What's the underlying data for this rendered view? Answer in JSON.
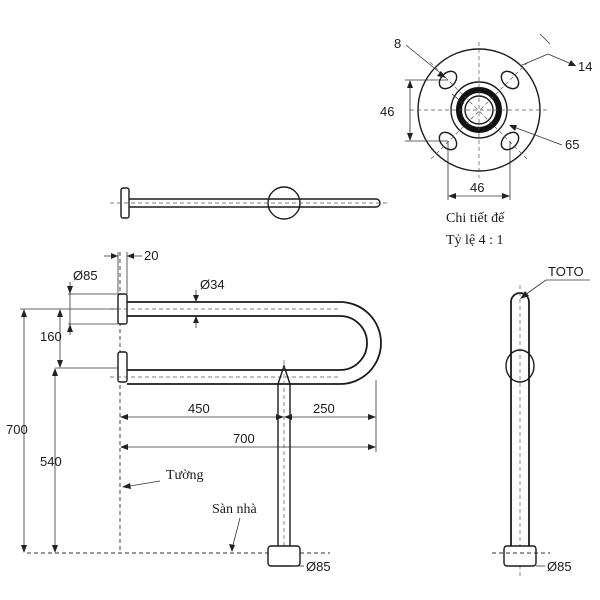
{
  "labels": {
    "detail_title": "Chi tiết đế",
    "detail_scale": "Tỷ lệ 4 : 1",
    "wall": "Tường",
    "floor": "Sàn nhà",
    "brand": "TOTO"
  },
  "dims": {
    "d8": "8",
    "d14": "14",
    "d46v": "46",
    "d46h": "46",
    "d65": "65",
    "d20": "20",
    "dia85_top": "Ø85",
    "dia34": "Ø34",
    "d160": "160",
    "d700v": "700",
    "d540": "540",
    "d450": "450",
    "d250": "250",
    "d700h": "700",
    "dia85_foot": "Ø85",
    "dia85_side": "Ø85"
  }
}
